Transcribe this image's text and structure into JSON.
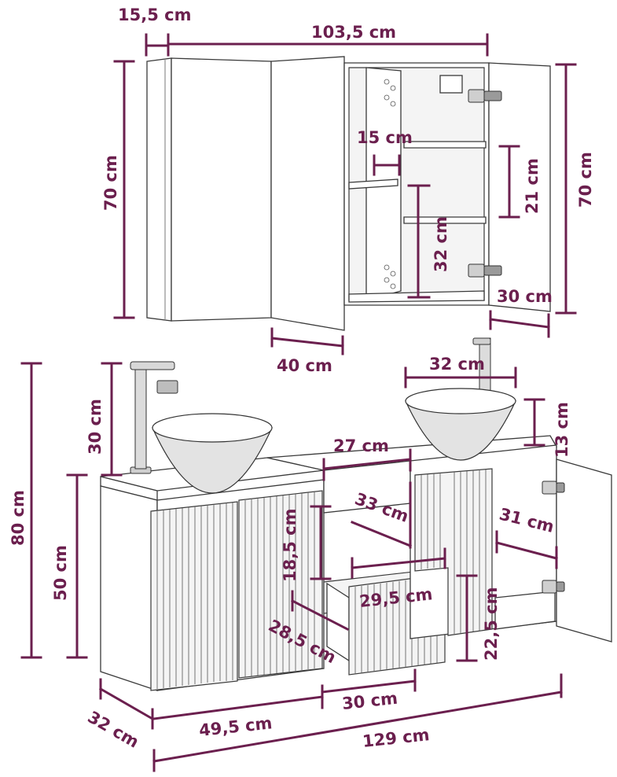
{
  "dimensions": {
    "mirror_cabinet": {
      "side_depth": "15,5 cm",
      "total_width": "103,5 cm",
      "height_left": "70 cm",
      "height_right": "70 cm",
      "door_width": "40 cm",
      "shelf_depth": "15 cm",
      "shelf_gap": "21 cm",
      "lower_gap": "32 cm",
      "inner_door_width": "30 cm"
    },
    "vanity": {
      "total_height": "80 cm",
      "cabinet_height": "50 cm",
      "faucet_height": "30 cm",
      "basin_diameter": "32 cm",
      "basin_height": "13 cm",
      "drawer_top_width": "27 cm",
      "middle_depth": "33 cm",
      "opening_height": "18,5 cm",
      "right_door_depth": "31 cm",
      "drawer_width": "29,5 cm",
      "drawer_depth": "28,5 cm",
      "drawer_height": "22,5 cm",
      "depth": "32 cm",
      "left_width": "49,5 cm",
      "middle_width": "30 cm",
      "total_width": "129 cm"
    }
  },
  "colors": {
    "dimension": "#6b1f4e",
    "outline": "#3a3a3a"
  }
}
